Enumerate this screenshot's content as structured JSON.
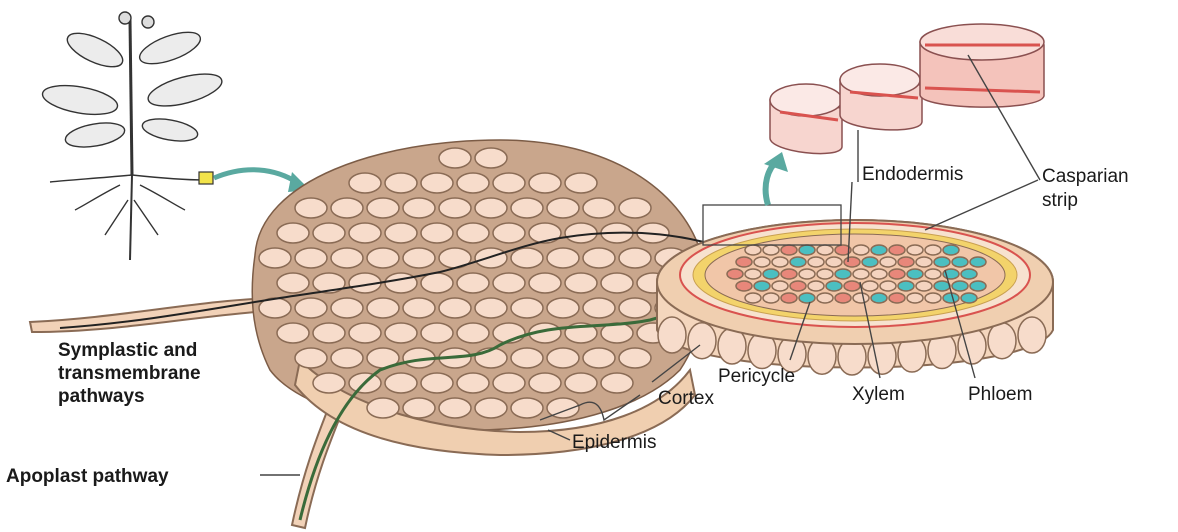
{
  "labels": {
    "endodermis": "Endodermis",
    "casparian_line1": "Casparian",
    "casparian_line2": "strip",
    "pericycle": "Pericycle",
    "xylem": "Xylem",
    "phloem": "Phloem",
    "cortex": "Cortex",
    "epidermis": "Epidermis",
    "symplastic_line1": "Symplastic and",
    "symplastic_line2": "transmembrane",
    "symplastic_line3": "pathways",
    "apoplast": "Apoplast pathway"
  },
  "colors": {
    "cell_fill": "#f7dccb",
    "cell_wall": "#c9a68c",
    "casparian_strip": "#d9534f",
    "xylem": "#e8877a",
    "phloem": "#4bbfc1",
    "pericycle_band": "#f3d36b",
    "apoplast_path": "#3a6b3a",
    "arrow": "#5aa9a0"
  }
}
